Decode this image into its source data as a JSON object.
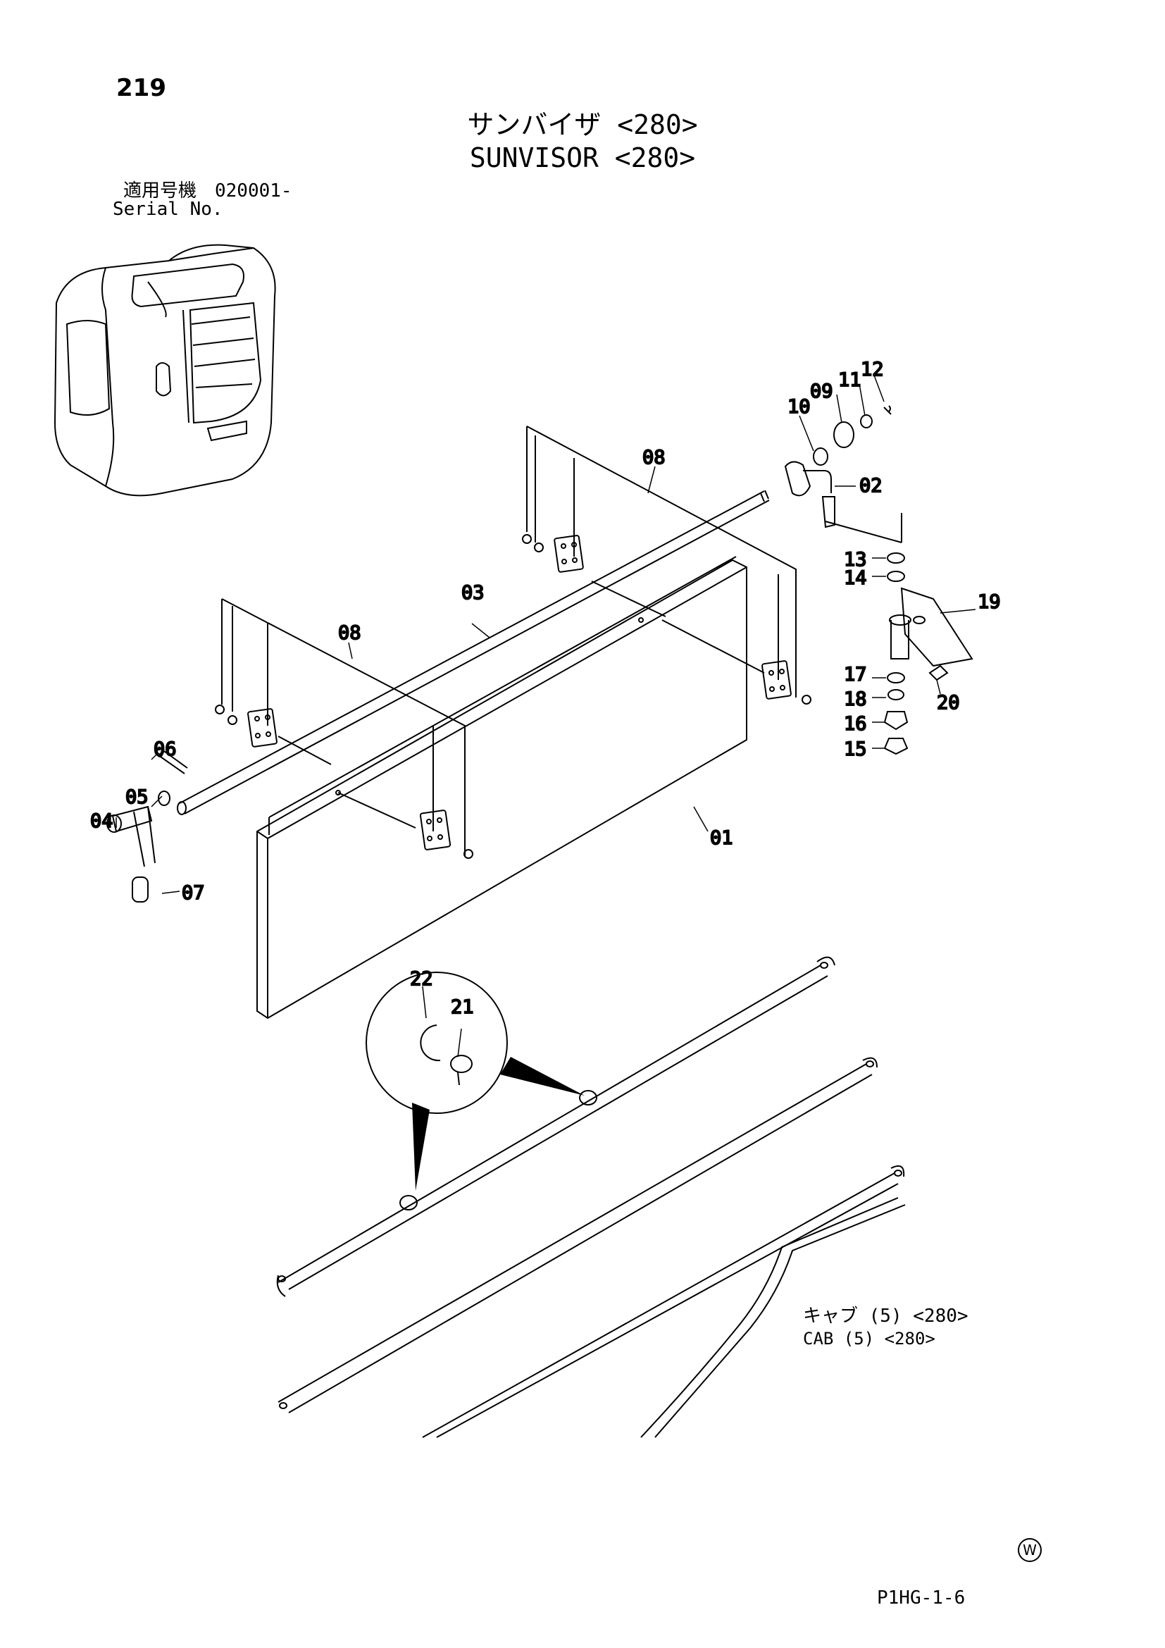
{
  "page": {
    "number": "219",
    "title_jp": "サンバイザ <280>",
    "title_en": "SUNVISOR <280>",
    "serial_jp": "適用号機　020001-",
    "serial_en": "Serial No.",
    "cab_jp": "キャブ (5) <280>",
    "cab_en": "CAB (5) <280>",
    "mark": "W",
    "code": "P1HG-1-6"
  },
  "callouts": {
    "c01": "01",
    "c02": "02",
    "c03": "03",
    "c04": "04",
    "c05": "05",
    "c06": "06",
    "c07": "07",
    "c08a": "08",
    "c08b": "08",
    "c09": "09",
    "c10": "10",
    "c11": "11",
    "c12": "12",
    "c13": "13",
    "c14": "14",
    "c15": "15",
    "c16": "16",
    "c17": "17",
    "c18": "18",
    "c19": "19",
    "c20": "20",
    "c21": "21",
    "c22": "22"
  }
}
